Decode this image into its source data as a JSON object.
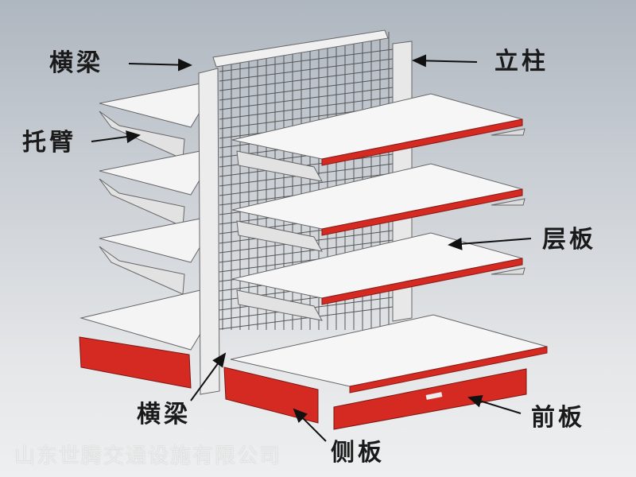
{
  "labels": {
    "crossbeam_top": "横梁",
    "upright": "立柱",
    "bracket": "托臂",
    "shelf_board": "层板",
    "front_panel": "前板",
    "side_panel": "侧板",
    "crossbeam_bottom": "横梁"
  },
  "watermark": "山东世腾交通设施有限公司",
  "colors": {
    "panel_red": "#d42a22",
    "shelf": "#f4f4f4",
    "frame": "#e6e6e6"
  }
}
